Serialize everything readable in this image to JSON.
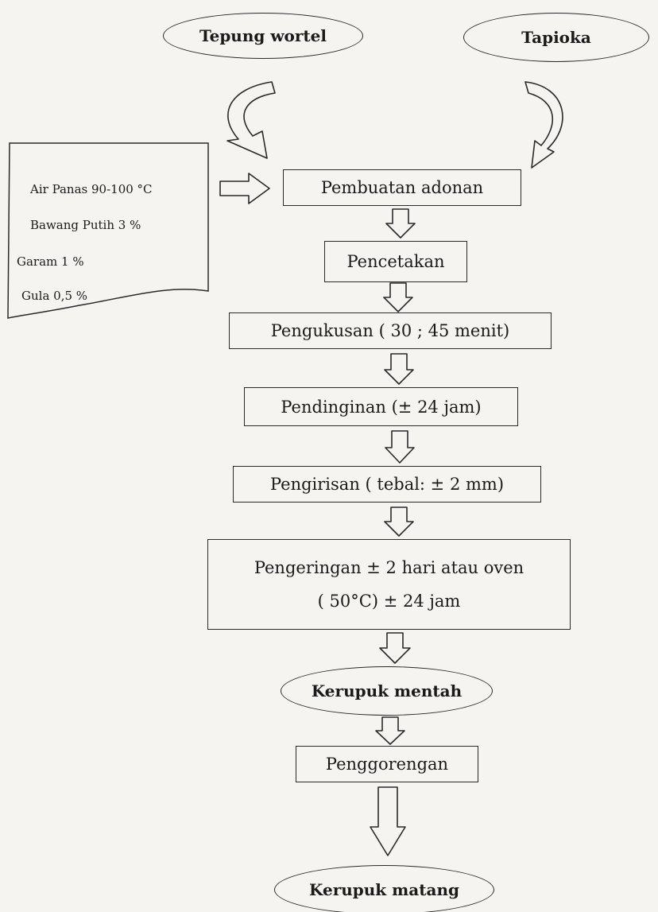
{
  "inputs": {
    "tepung_wortel": "Tepung wortel",
    "tapioka": "Tapioka"
  },
  "ingredients": [
    "Air Panas 90-100 °C",
    "Bawang Putih  3 %",
    "Garam  1 %",
    "Gula 0,5 %"
  ],
  "steps": {
    "adonan": "Pembuatan adonan",
    "pencetakan": "Pencetakan",
    "pengukusan": "Pengukusan ( 30 ; 45  menit)",
    "pendinginan": "Pendinginan (± 24 jam)",
    "pengirisan": "Pengirisan ( tebal: ± 2 mm)",
    "pengeringan_line1": "Pengeringan ± 2 hari atau oven",
    "pengeringan_line2": "( 50°C) ± 24 jam",
    "penggorengan": "Penggorengan"
  },
  "outputs": {
    "mentah": "Kerupuk mentah",
    "matang": "Kerupuk matang"
  }
}
